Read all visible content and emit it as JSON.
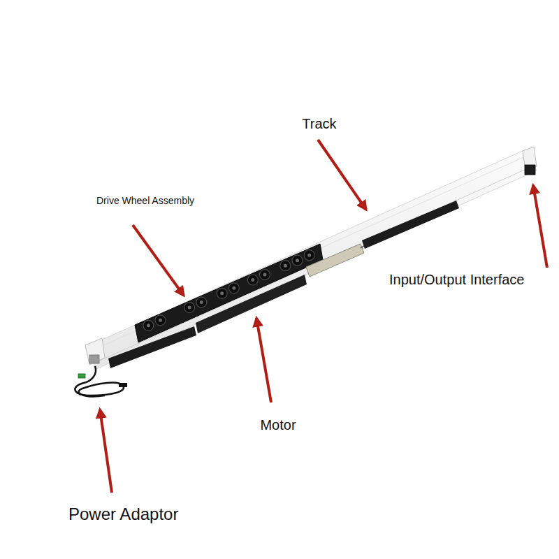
{
  "diagram": {
    "labels": [
      "Track",
      "Drive Wheel Assembly",
      "Input/Output Interface",
      "Motor",
      "Power Adaptor"
    ]
  }
}
